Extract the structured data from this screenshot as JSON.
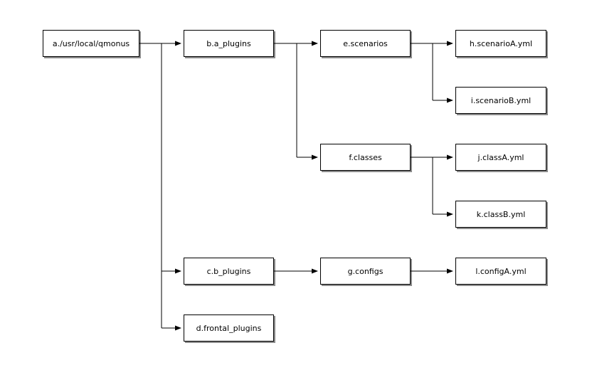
{
  "diagram": {
    "type": "tree",
    "description": "Directory structure diagram",
    "nodes": {
      "a": {
        "label": "a./usr/local/qmonus"
      },
      "b": {
        "label": "b.a_plugins"
      },
      "c": {
        "label": "c.b_plugins"
      },
      "d": {
        "label": "d.frontal_plugins"
      },
      "e": {
        "label": "e.scenarios"
      },
      "f": {
        "label": "f.classes"
      },
      "g": {
        "label": "g.configs"
      },
      "h": {
        "label": "h.scenarioA.yml"
      },
      "i": {
        "label": "i.scenarioB.yml"
      },
      "j": {
        "label": "j.classA.yml"
      },
      "k": {
        "label": "k.classB.yml"
      },
      "l": {
        "label": "l.configA.yml"
      }
    },
    "edges": [
      {
        "from": "a",
        "to": "b"
      },
      {
        "from": "a",
        "to": "c"
      },
      {
        "from": "a",
        "to": "d"
      },
      {
        "from": "b",
        "to": "e"
      },
      {
        "from": "b",
        "to": "f"
      },
      {
        "from": "e",
        "to": "h"
      },
      {
        "from": "e",
        "to": "i"
      },
      {
        "from": "f",
        "to": "j"
      },
      {
        "from": "f",
        "to": "k"
      },
      {
        "from": "c",
        "to": "g"
      },
      {
        "from": "g",
        "to": "l"
      }
    ],
    "colors": {
      "node_fill": "#ffffff",
      "node_border": "#000000",
      "edge": "#000000",
      "background": "#ffffff"
    }
  }
}
